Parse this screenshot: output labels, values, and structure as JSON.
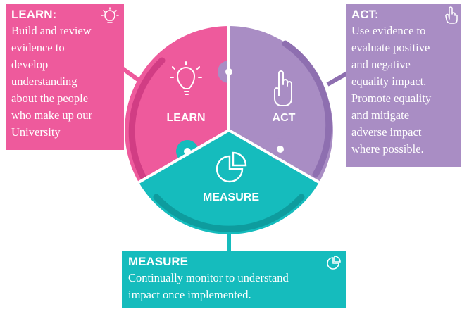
{
  "learn": {
    "label": "LEARN",
    "card_title": "LEARN:",
    "card_lines": [
      "Build and review",
      "evidence to",
      "develop",
      "understanding",
      "about the people",
      "who make up our",
      "University"
    ],
    "color": "#ee5a9c",
    "icon": "lightbulb-icon"
  },
  "act": {
    "label": "ACT",
    "card_title": "ACT:",
    "card_lines": [
      "Use evidence to",
      "evaluate positive",
      "and negative",
      "equality impact.",
      "Promote equality",
      "and mitigate",
      "adverse impact",
      "where possible."
    ],
    "color": "#a98dc4",
    "icon": "pointing-hand-icon"
  },
  "measure": {
    "label": "MEASURE",
    "card_title": "MEASURE",
    "card_lines": [
      "Continually monitor to understand",
      "impact once implemented."
    ],
    "color": "#15bcbd",
    "icon": "pie-chart-icon"
  }
}
